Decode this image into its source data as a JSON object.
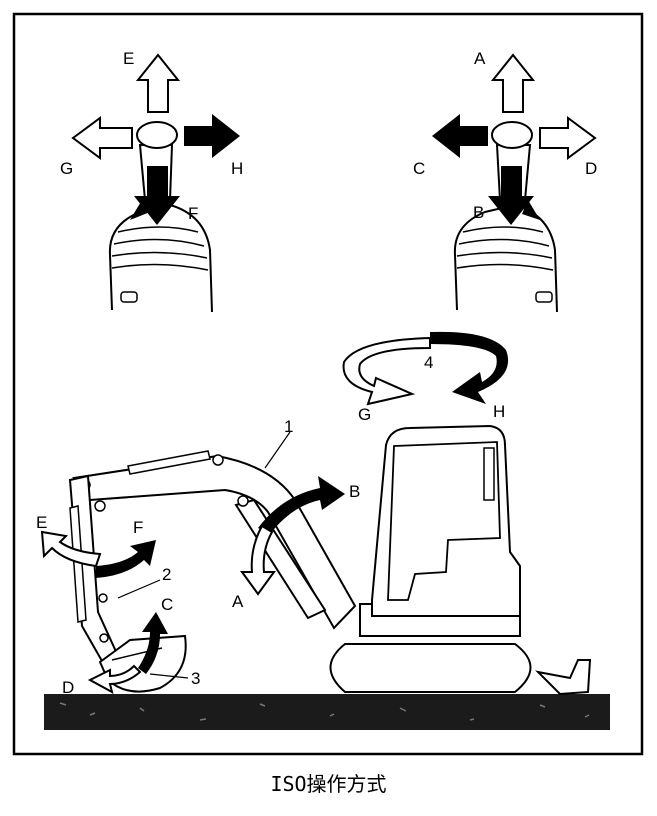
{
  "joystick_left": {
    "labels": {
      "up": "E",
      "left": "G",
      "right": "H",
      "down": "F"
    }
  },
  "joystick_right": {
    "labels": {
      "up": "A",
      "left": "C",
      "right": "D",
      "down": "B"
    }
  },
  "machine": {
    "part_numbers": {
      "boom": "1",
      "arm": "2",
      "bucket": "3",
      "swing": "4"
    },
    "motion_labels": {
      "boom_up": "B",
      "boom_down": "A",
      "arm_in": "F",
      "arm_out": "E",
      "bucket_curl": "C",
      "bucket_dump": "D",
      "swing_left": "G",
      "swing_right": "H"
    }
  },
  "caption": "ISO操作方式"
}
